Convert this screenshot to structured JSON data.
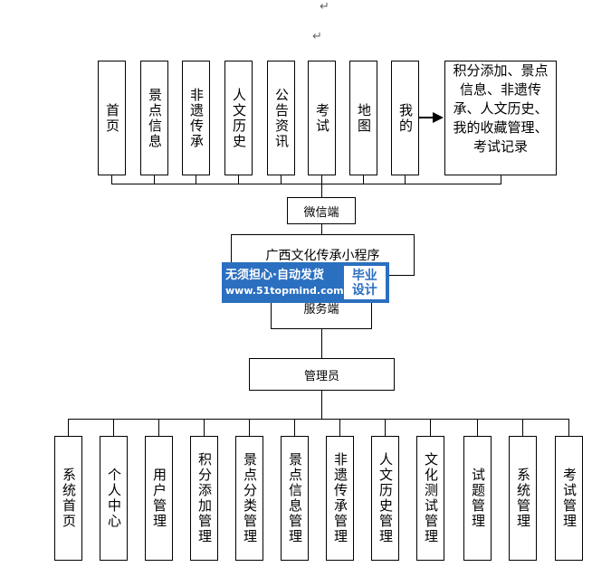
{
  "marks": [
    "↵",
    "↵"
  ],
  "top_modules": [
    "首页",
    "景点信息",
    "非遗传承",
    "人文历史",
    "公告资讯",
    "考试",
    "地图",
    "我的"
  ],
  "top_note": "积分添加、景点信息、非遗传承、人文历史、我的收藏管理、考试记录",
  "wechat_label": "微信端",
  "app_title": "广西文化传承小程序",
  "server_label": "服务端",
  "admin_label": "管理员",
  "bottom_modules": [
    "系统首页",
    "个人中心",
    "用户管理",
    "积分添加管理",
    "景点分类管理",
    "景点信息管理",
    "非遗传承管理",
    "人文历史管理",
    "文化测试管理",
    "试题管理",
    "系统管理",
    "考试管理"
  ],
  "watermark": {
    "line1": "无须担心·自动发货",
    "line2": "www.51topmind.com",
    "badge_top": "毕业",
    "badge_bottom": "设计"
  }
}
